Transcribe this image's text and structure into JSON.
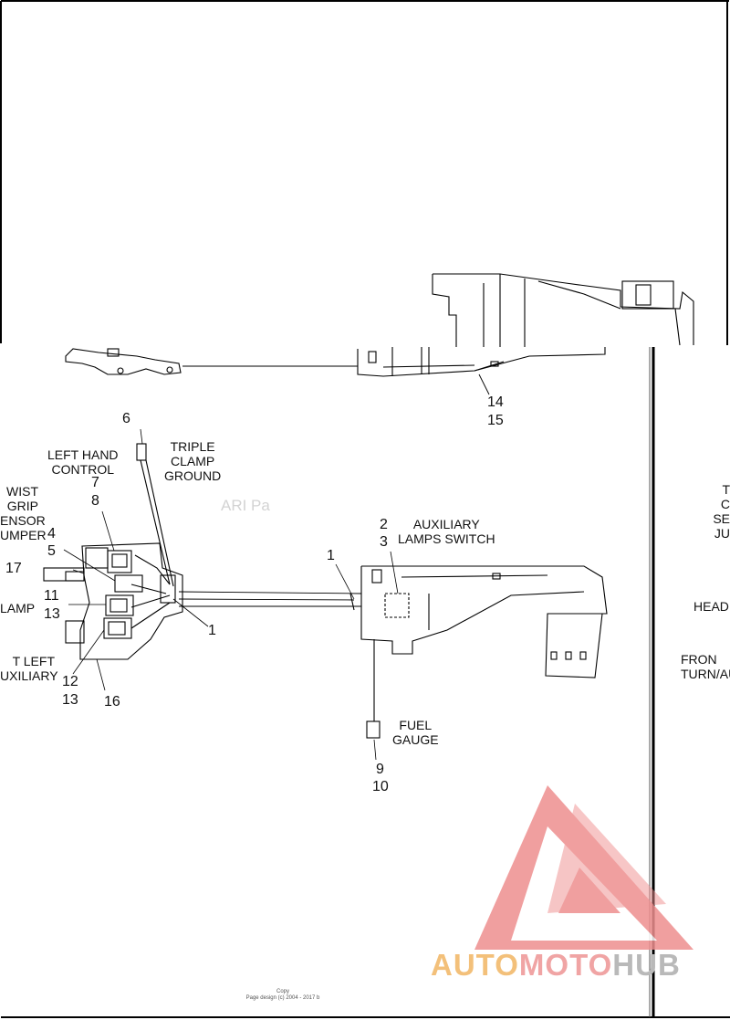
{
  "labels": {
    "left_hand_control": "LEFT HAND\nCONTROL",
    "triple_clamp_ground": "TRIPLE\nCLAMP\nGROUND",
    "twist_grip_sensor_jumper": "WIST\nGRIP\nENSOR\nUMPER",
    "lamp": "LAMP",
    "front_left_auxiliary": "T LEFT\nUXILIARY",
    "auxiliary_lamps_switch": "AUXILIARY\nLAMPS SWITCH",
    "fuel_gauge": "FUEL\nGAUGE",
    "right_triple_clamp_partial": "T\nC\nSE\nJU",
    "headlamp_partial": "HEAD",
    "front_turn_partial": "FRON\nTURN/AU"
  },
  "callouts": {
    "c14": "14",
    "c15": "15",
    "c6": "6",
    "c7": "7",
    "c8": "8",
    "c4": "4",
    "c5": "5",
    "c17": "17",
    "c11": "11",
    "c13a": "13",
    "c1_left": "1",
    "c12": "12",
    "c13b": "13",
    "c16": "16",
    "c1_right": "1",
    "c2": "2",
    "c3": "3",
    "c9": "9",
    "c10": "10"
  },
  "ghost_text": "ARI Pa",
  "copyright": {
    "line1": "Copy",
    "line2": "Page design (c) 2004 - 2017 b"
  },
  "watermark": {
    "part1": "AUTO",
    "part2": "MOTO",
    "part3": "HUB",
    "colors": {
      "auto": "#f3c07a",
      "moto": "#f0a4a4",
      "hub": "#b9b9b9",
      "triangle": "#ee8f8f"
    }
  }
}
